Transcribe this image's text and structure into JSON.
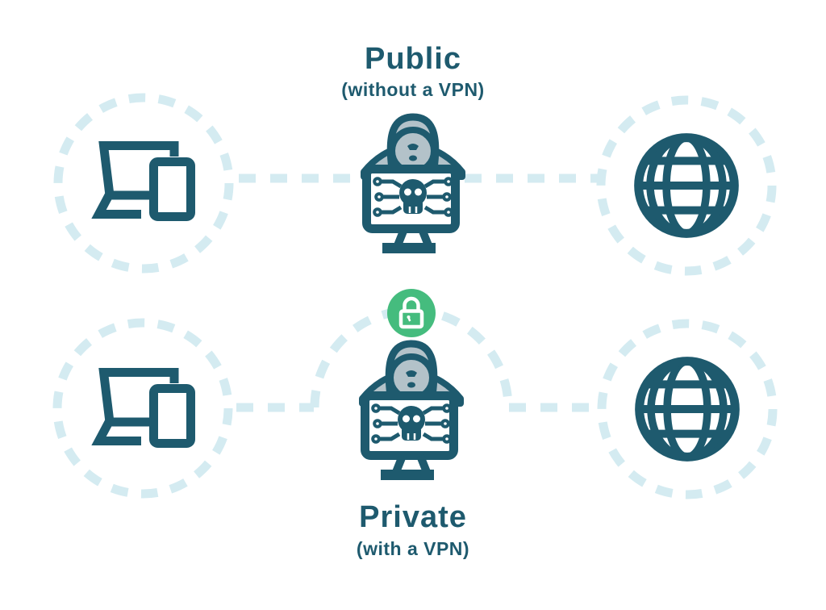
{
  "colors": {
    "teal": "#1E5A6E",
    "pale_blue": "#D4EBF1",
    "hood_gray": "#B3C2C9",
    "lock_green": "#45BC7E",
    "screen_white": "#FFFFFF",
    "background": "#FFFFFF"
  },
  "scenarios": {
    "public": {
      "title": "Public",
      "subtitle": "(without a VPN)"
    },
    "private": {
      "title": "Private",
      "subtitle": "(with a VPN)"
    }
  },
  "icons": {
    "devices": "laptop-and-tablet-icon",
    "threat": "hacker-malware-monitor-icon",
    "internet": "internet-globe-icon",
    "secure": "padlock-icon",
    "boundary": "dashed-circle",
    "tunnel": "vpn-tunnel-arc"
  }
}
